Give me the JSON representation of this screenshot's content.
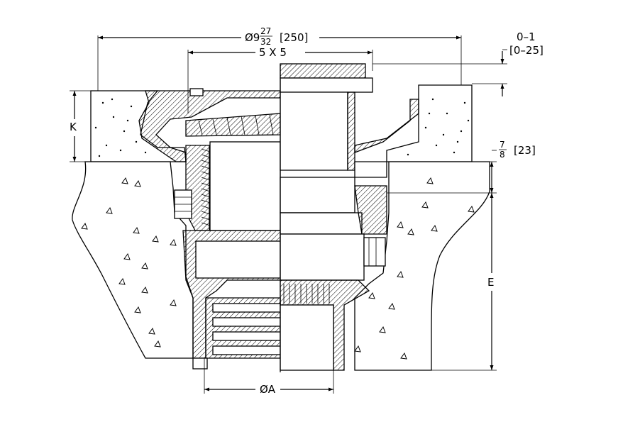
{
  "dimensions": {
    "diameter_prefix": "Ø9",
    "diameter_frac_num": "27",
    "diameter_frac_den": "32",
    "diameter_metric": "[250]",
    "grate_size": "5  X  5",
    "top_adjust": "0–1",
    "top_adjust_metric": "[0–25]",
    "flange_frac_num": "7",
    "flange_frac_den": "8",
    "flange_metric": "[23]",
    "label_k": "K",
    "label_e": "E",
    "label_a": "ØA"
  },
  "colors": {
    "line": "#000000",
    "background": "#ffffff"
  }
}
